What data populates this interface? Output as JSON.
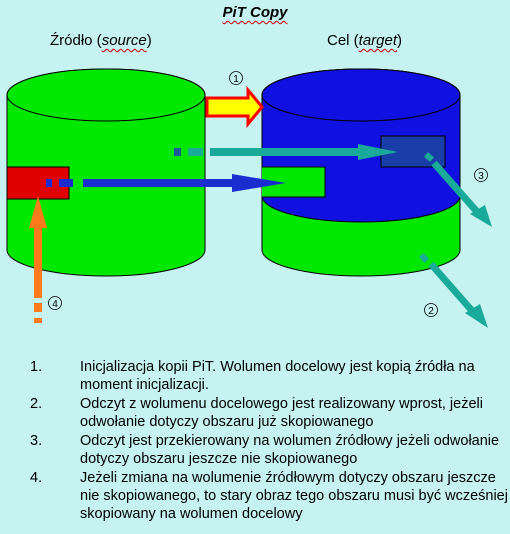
{
  "title": "PiT Copy",
  "source": {
    "label": "Źródło (",
    "italic": "source",
    "close": ")"
  },
  "target": {
    "label": "Cel (",
    "italic": "target",
    "close": ")"
  },
  "markers": {
    "m1": "1",
    "m2": "2",
    "m3": "3",
    "m4": "4"
  },
  "colors": {
    "background": "#c6f2f2",
    "source_volume": "#00e800",
    "target_volume_top": "#1010e0",
    "target_volume_bottom": "#00e800",
    "copy_region": "#e00000",
    "arrow_init_fill": "#ffff00",
    "arrow_init_stroke": "#ff0000",
    "arrow_teal": "#1aaa99",
    "arrow_blue": "#1a2ed0",
    "arrow_orange": "#ff7a1a"
  },
  "legend": [
    {
      "num": "1.",
      "text": "Inicjalizacja kopii PiT. Wolumen docelowy jest kopią źródła na moment inicjalizacji."
    },
    {
      "num": "2.",
      "text": "Odczyt z wolumenu docelowego jest realizowany wprost, jeżeli odwołanie dotyczy obszaru już skopiowanego"
    },
    {
      "num": "3.",
      "text": "Odczyt jest przekierowany na wolumen źródłowy jeżeli odwołanie dotyczy obszaru jeszcze nie skopiowanego"
    },
    {
      "num": "4.",
      "text": "Jeżeli zmiana na wolumenie źródłowym dotyczy obszaru jeszcze nie skopiowanego, to stary obraz tego obszaru musi być wcześniej skopiowany na wolumen docelowy"
    }
  ]
}
